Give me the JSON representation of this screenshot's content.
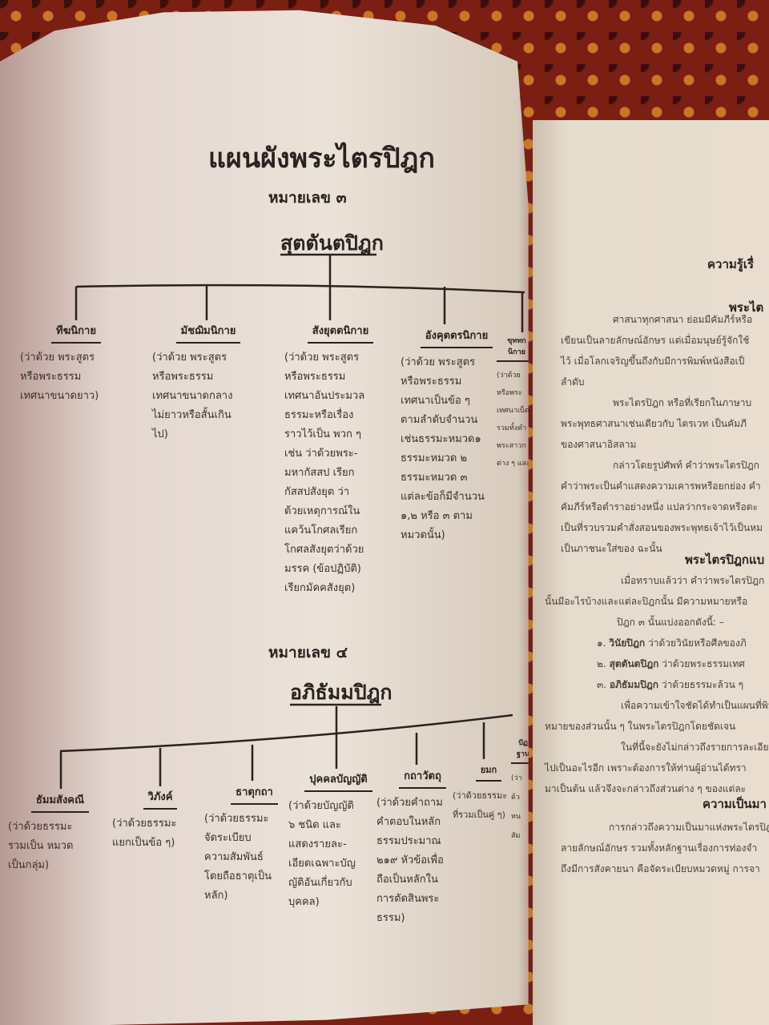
{
  "title": "แผนผังพระไตรปิฎก",
  "section3": {
    "number": "หมายเลข ๓",
    "name": "สุตตันตปิฎก",
    "children": [
      {
        "name": "ทีฆนิกาย",
        "desc": "(ว่าด้วย พระสูตร\nหรือพระธรรม\nเทศนาขนาดยาว)"
      },
      {
        "name": "มัชฌิมนิกาย",
        "desc": "(ว่าด้วย พระสูตร\nหรือพระธรรม\nเทศนาขนาดกลาง\nไม่ยาวหรือสั้นเกิน\nไป)"
      },
      {
        "name": "สังยุตตนิกาย",
        "desc": "(ว่าด้วย พระสูตร\nหรือพระธรรม\nเทศนาอันประมวล\nธรรมะหรือเรื่อง\nราวไว้เป็น พวก ๆ\nเช่น ว่าด้วยพระ-\nมหากัสสป เรียก\nกัสสปสังยุต ว่า\nด้วยเหตุการณ์ใน\nแคว้นโกศลเรียก\nโกศลสังยุตว่าด้วย\nมรรค (ข้อปฏิบัติ)\nเรียกมัคคสังยุต)"
      },
      {
        "name": "อังคุตตรนิกาย",
        "desc": "(ว่าด้วย พระสูตร\nหรือพระธรรม\nเทศนาเป็นข้อ ๆ\nตามลำดับจำนวน\nเช่นธรรมะหมวด๑\nธรรมะหมวด ๒\nธรรมะหมวด ๓\nแต่ละข้อก็มีจำนวน\n๑,๒ หรือ ๓ ตาม\nหมวดนั้น)"
      },
      {
        "name": "ขุททกนิกาย",
        "desc": "(ว่าด้วย\nหรือพระ\nเทศนาเบ็ด\nรวมทั้งคำ\nพระสาวก\nต่าง ๆ และ"
      }
    ]
  },
  "section4": {
    "number": "หมายเลข ๔",
    "name": "อภิธัมมปิฎก",
    "children": [
      {
        "name": "ธัมมสังคณี",
        "desc": "(ว่าด้วยธรรมะ\nรวมเป็น หมวด\nเป็นกลุ่ม)"
      },
      {
        "name": "วิภังค์",
        "desc": "(ว่าด้วยธรรมะ\nแยกเป็นข้อ ๆ)"
      },
      {
        "name": "ธาตุกถา",
        "desc": "(ว่าด้วยธรรมะ\nจัดระเบียบ\nความสัมพันธ์\nโดยถือธาตุเป็น\nหลัก)"
      },
      {
        "name": "ปุคคลบัญญัติ",
        "desc": "(ว่าด้วยบัญญัติ\n๖ ชนิด และ\nแสดงรายละ-\nเอียดเฉพาะบัญ\nญัติอันเกี่ยวกับ\nบุคคล)"
      },
      {
        "name": "กถาวัตถุ",
        "desc": "(ว่าด้วยคำถาม\nคำตอบในหลัก\nธรรมประมาณ\n๒๑๙ หัวข้อเพื่อ\nถือเป็นหลักใน\nการตัดสินพระ\nธรรม)"
      },
      {
        "name": "ยมก",
        "desc": "(ว่าด้วยธรรมะ\nที่รวมเป็นคู่ ๆ)"
      },
      {
        "name": "ปัฏฐาน",
        "desc": "(ว่า\nด้ว\nหน\nสัม"
      }
    ]
  },
  "right_page": {
    "heading1": "ความรู้เรื่",
    "heading2": "พระไต",
    "para1": [
      "ศาสนาทุกศาสนา   ย่อมมีคัมภีร์หรือ",
      "เขียนเป็นลายลักษณ์อักษร  แต่เมื่อมนุษย์รู้จักใช้",
      "ไว้   เมื่อโลกเจริญขึ้นถึงกับมีการพิมพ์หนังสือเป็",
      "ลำดับ"
    ],
    "para2": [
      "พระไตรปิฎก   หรือที่เรียกในภาษาบ",
      "พระพุทธศาสนาเช่นเดียวกับ  ไตรเวท เป็นคัมภี",
      "ของศาสนาอิสลาม"
    ],
    "para3": [
      "กล่าวโดยรูปศัพท์ คำว่าพระไตรปิฎก",
      "คำว่าพระเป็นคำแสดงความเคารพหรือยกย่อง  คำ",
      "คัมภีร์หรือตำราอย่างหนึ่ง  แปลว่ากระจาดหรือตะ",
      "เป็นที่รวบรวมคำสั่งสอนของพระพุทธเจ้าไว้เป็นหม",
      "เป็นภาชนะใส่ของ  ฉะนั้น"
    ],
    "heading3": "พระไตรปิฎกแบ",
    "para4": [
      "เมื่อทราบแล้วว่า   คำว่าพระไตรปิฎก",
      "นั้นมีอะไรบ้างและแต่ละปิฎกนั้น มีความหมายหรือ",
      "ปิฎก ๓ นั้นแบ่งออกดังนี้: –"
    ],
    "list": [
      {
        "num": "๑.",
        "name": "วินัยปิฎก",
        "desc": "ว่าด้วยวินัยหรือศีลของภิ"
      },
      {
        "num": "๒.",
        "name": "สุตตันตปิฎก",
        "desc": "ว่าด้วยพระธรรมเทศ"
      },
      {
        "num": "๓.",
        "name": "อภิธัมมปิฎก",
        "desc": "ว่าด้วยธรรมะล้วน ๆ"
      }
    ],
    "para5": [
      "เพื่อความเข้าใจชัดได้ทำเป็นแผนที่พิมพ์",
      "หมายของส่วนนั้น ๆ ในพระไตรปิฎกโดยชัดเจน",
      "ในที่นี้จะยังไม่กล่าวถึงรายการละเอียดว่า",
      "ไปเป็นอะไรอีก   เพราะต้องการให้ท่านผู้อ่านได้ทรา",
      "มาเป็นต้น   แล้วจึงจะกล่าวถึงส่วนต่าง ๆ ของแต่ละ"
    ],
    "heading4": "ความเป็นมา",
    "para6": [
      "การกล่าวถึงความเป็นมาแห่งพระไตรปิฎ",
      "ลายลักษณ์อักษร   รวมทั้งหลักฐานเรื่องการท่องจำ",
      "ถึงมีการสังคายนา   คือจัดระเบียบหมวดหมู่ การจา"
    ]
  },
  "colors": {
    "paper": "#ebe2d8",
    "ink": "#2a2220",
    "tablecloth": "#7a1f12"
  }
}
